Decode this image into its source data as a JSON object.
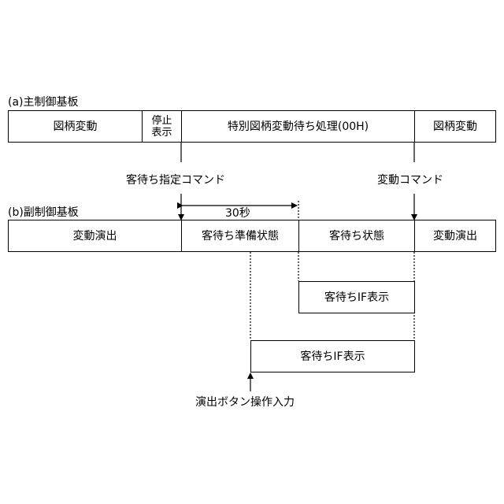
{
  "main_board": {
    "title": "(a)主制御基板",
    "segments": [
      "図柄変動",
      "停止\n表示",
      "特別図柄変動待ち処理(00H)",
      "図柄変動"
    ],
    "commands": {
      "standby": "客待ち指定コマンド",
      "variation": "変動コマンド"
    }
  },
  "sub_board": {
    "title": "(b)副制御基板",
    "duration": "30秒",
    "segments": [
      "変動演出",
      "客待ち準備状態",
      "客待ち状態",
      "変動演出"
    ]
  },
  "if_display_1": "客待ちIF表示",
  "if_display_2": "客待ちIF表示",
  "button_input": "演出ボタン操作入力"
}
